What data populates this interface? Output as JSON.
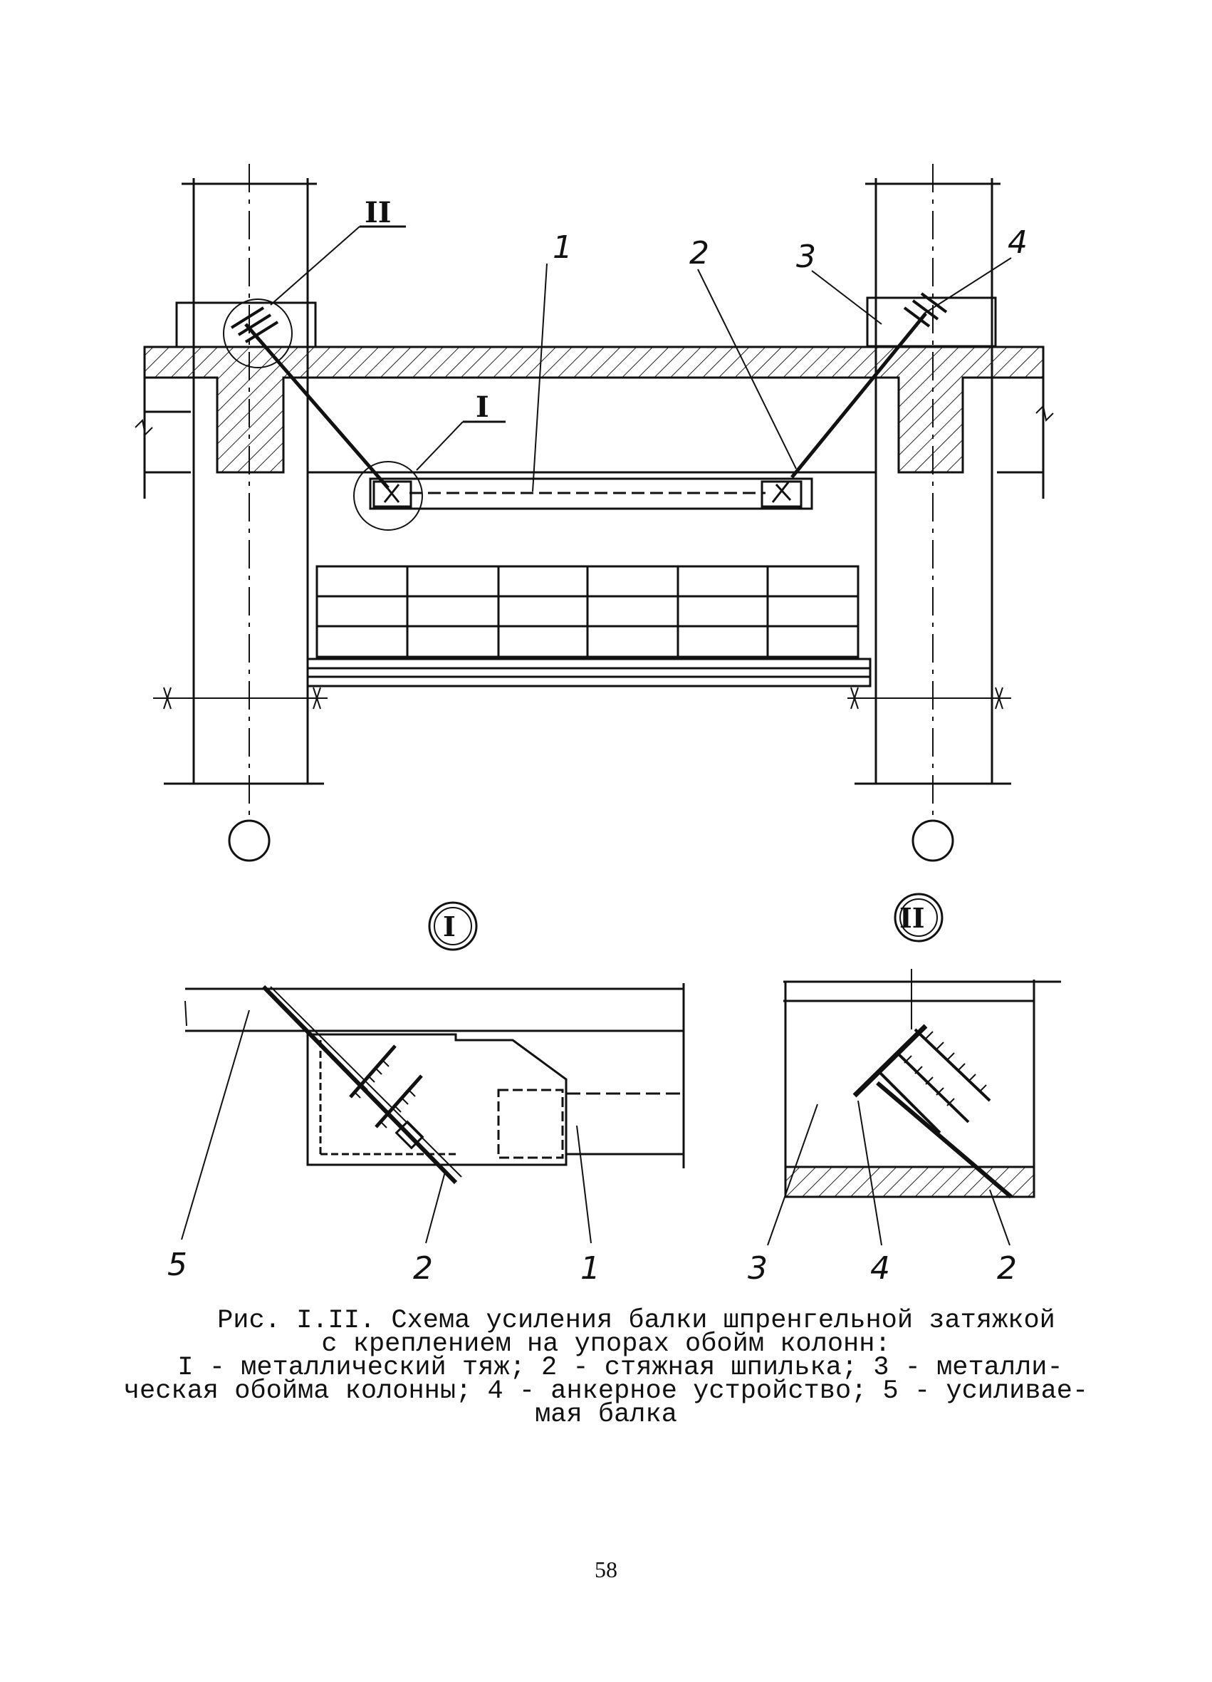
{
  "figure": {
    "callouts_main": [
      "1",
      "2",
      "3",
      "4"
    ],
    "detail_marks": {
      "upper": "II",
      "lower": "I"
    },
    "detail_I": {
      "mark": "I",
      "callouts": [
        "5",
        "2",
        "1"
      ]
    },
    "detail_II": {
      "mark": "II",
      "callouts": [
        "3",
        "4",
        "2"
      ]
    }
  },
  "caption": {
    "line1": "Рис. I.II. Схема усиления балки шпренгельной затяжкой",
    "line2": "с креплением на упорах обойм колонн:",
    "line3": "I - металлический тяж; 2 - стяжная шпилька; 3 - металли-",
    "line4": "ческая обойма колонны; 4 - анкерное устройство; 5 - усиливае-",
    "line5": "мая балка"
  },
  "page_number": "58"
}
